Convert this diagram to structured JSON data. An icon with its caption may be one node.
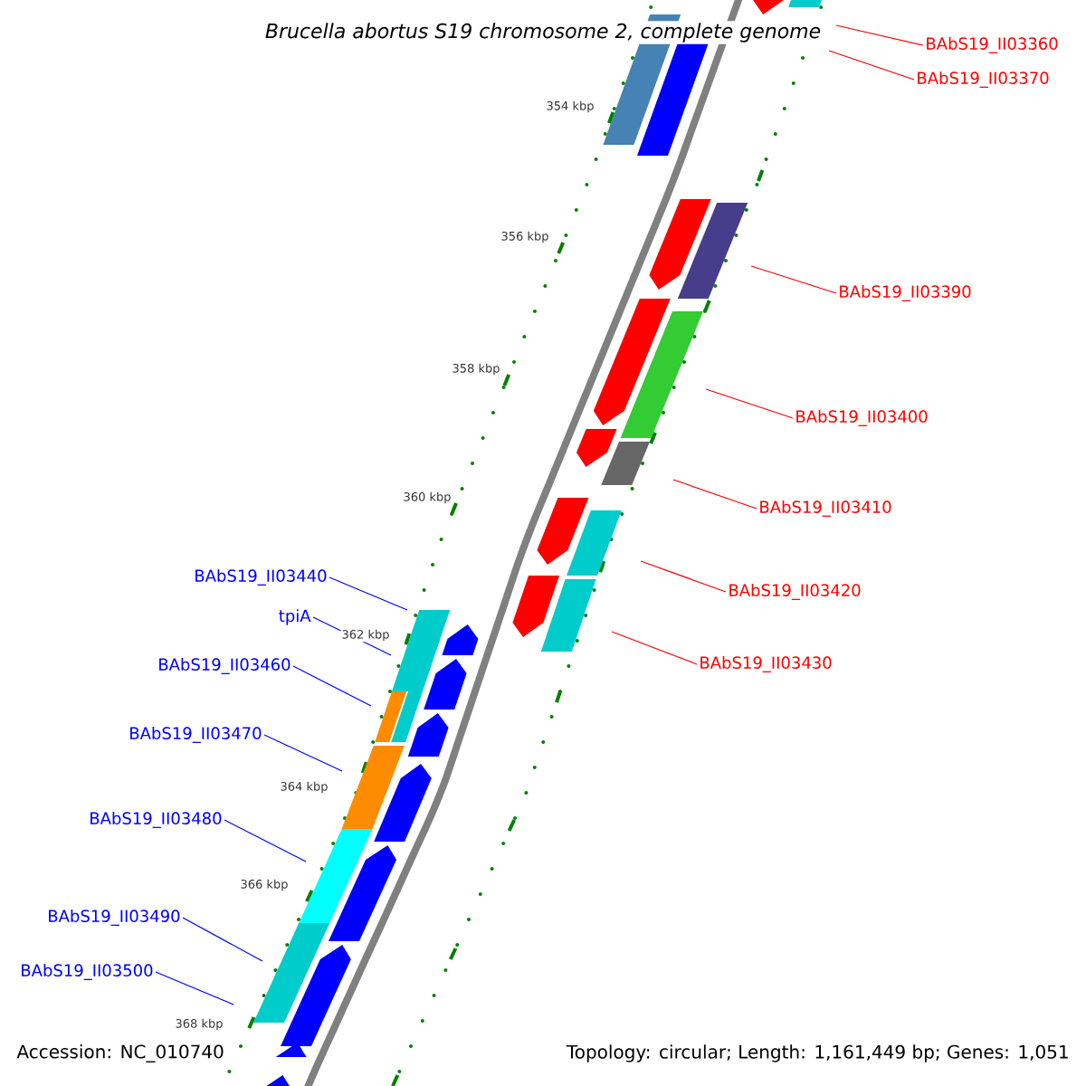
{
  "diagram": {
    "title": "Brucella abortus S19 chromosome 2, complete genome",
    "nodes": [
      {
        "text": [
          "BAbS19_II03360"
        ]
      },
      {
        "text": [
          "BAbS19_II03370"
        ]
      },
      {
        "text": [
          "BAbS19_II03390"
        ]
      },
      {
        "text": [
          "BAbS19_II03400"
        ]
      },
      {
        "text": [
          "BAbS19_II03410"
        ]
      },
      {
        "text": [
          "BAbS19_II03420"
        ]
      },
      {
        "text": [
          "BAbS19_II03430"
        ]
      },
      {
        "text": [
          "BAbS19_II03440"
        ]
      },
      {
        "text": [
          "tpiA"
        ]
      },
      {
        "text": [
          "BAbS19_II03460"
        ]
      },
      {
        "text": [
          "BAbS19_II03470"
        ]
      },
      {
        "text": [
          "BAbS19_II03480"
        ]
      },
      {
        "text": [
          "BAbS19_II03490"
        ]
      },
      {
        "text": [
          "BAbS19_II03500"
        ]
      }
    ],
    "edges": [
      {
        "from": 0,
        "to": null,
        "arrow": "none",
        "color": "#ff0000"
      },
      {
        "from": 1,
        "to": null,
        "arrow": "none",
        "color": "#ff0000"
      },
      {
        "from": 2,
        "to": null,
        "arrow": "none",
        "color": "#ff0000"
      },
      {
        "from": 3,
        "to": null,
        "arrow": "none",
        "color": "#ff0000"
      },
      {
        "from": 4,
        "to": null,
        "arrow": "none",
        "color": "#ff0000"
      },
      {
        "from": 5,
        "to": null,
        "arrow": "none",
        "color": "#ff0000"
      },
      {
        "from": 6,
        "to": null,
        "arrow": "none",
        "color": "#ff0000"
      },
      {
        "from": 7,
        "to": null,
        "arrow": "none",
        "color": "#0000ff"
      },
      {
        "from": 8,
        "to": null,
        "arrow": "none",
        "color": "#0000ff"
      },
      {
        "from": 9,
        "to": null,
        "arrow": "none",
        "color": "#0000ff"
      },
      {
        "from": 10,
        "to": null,
        "arrow": "none",
        "color": "#0000ff"
      },
      {
        "from": 11,
        "to": null,
        "arrow": "none",
        "color": "#0000ff"
      },
      {
        "from": 12,
        "to": null,
        "arrow": "none",
        "color": "#0000ff"
      },
      {
        "from": 13,
        "to": null,
        "arrow": "none",
        "color": "#0000ff"
      }
    ],
    "labels": [
      "354 kbp",
      "356 kbp",
      "358 kbp",
      "360 kbp",
      "362 kbp",
      "364 kbp",
      "366 kbp",
      "368 kbp",
      "Accession: NC_010740",
      "Topology: circular; Length: 1,161,449 bp; Genes: 1,051"
    ]
  }
}
